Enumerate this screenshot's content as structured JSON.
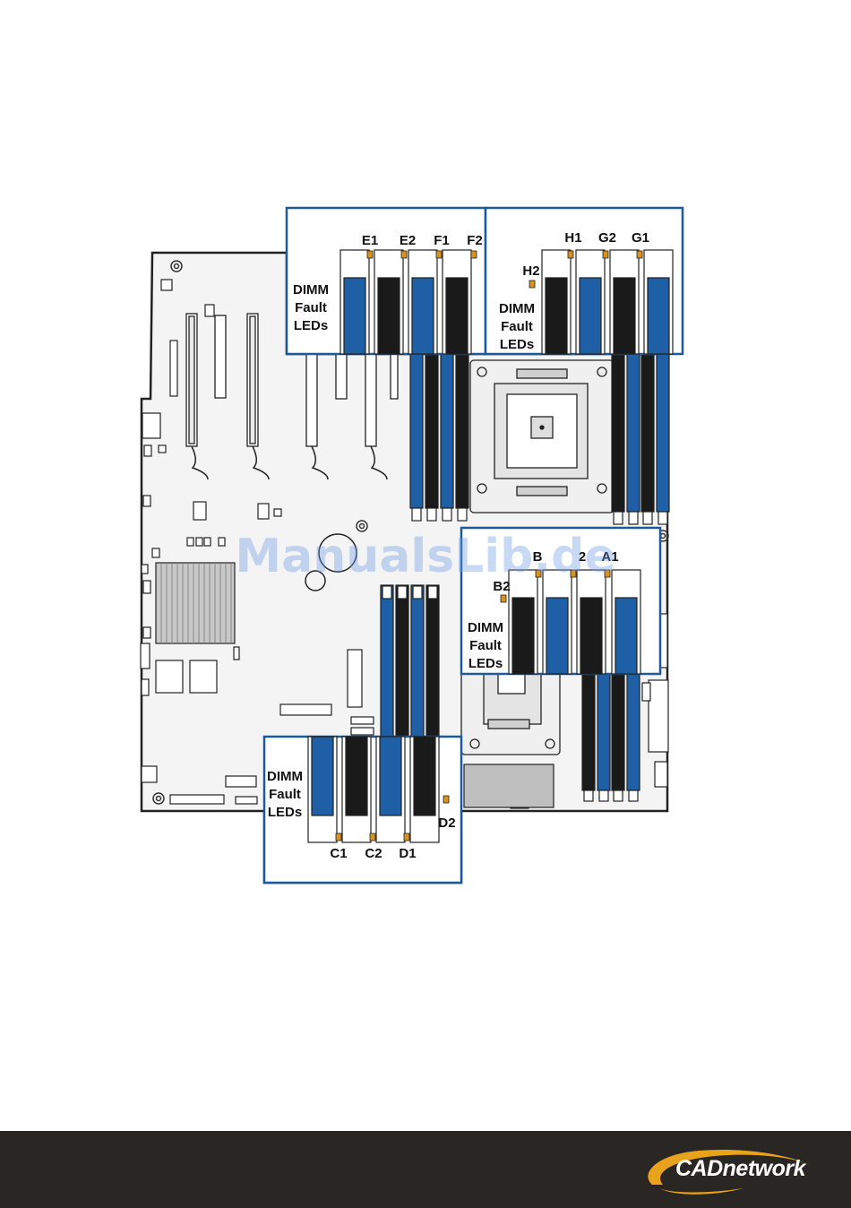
{
  "callouts": {
    "top_left": {
      "led_label": [
        "DIMM",
        "Fault",
        "LEDs"
      ],
      "slots": [
        "E1",
        "E2",
        "F1",
        "F2"
      ]
    },
    "top_right": {
      "led_label": [
        "DIMM",
        "Fault",
        "LEDs"
      ],
      "slots": [
        "H1",
        "G2",
        "G1"
      ],
      "extra_slot": "H2"
    },
    "middle_right": {
      "led_label": [
        "DIMM",
        "Fault",
        "LEDs"
      ],
      "slots": [
        "B",
        "2",
        "A1"
      ],
      "extra_slot": "B2"
    },
    "bottom_left": {
      "led_label": [
        "DIMM",
        "Fault",
        "LEDs"
      ],
      "slots": [
        "C1",
        "C2",
        "D1"
      ],
      "extra_slot": "D2"
    }
  },
  "watermark": "ManualsLib.de",
  "footer": {
    "logo_text": "CADnetwork",
    "background": "#2a2623"
  },
  "colors": {
    "dimm_blue": "#1f5fa6",
    "dimm_black": "#1a1a1a",
    "callout_border": "#1e5a99",
    "led_amber": "#d9921c"
  }
}
